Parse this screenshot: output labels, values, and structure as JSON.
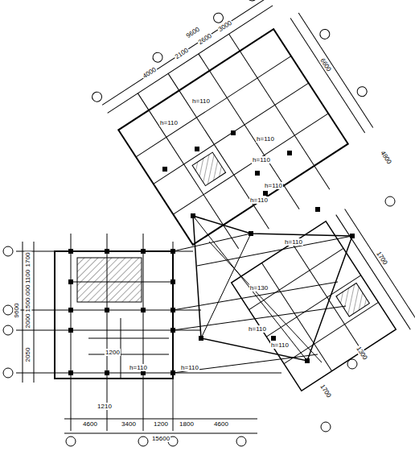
{
  "diagram": {
    "labels": [
      "h=110",
      "h=110",
      "h=110",
      "h=110",
      "h=110",
      "h=110",
      "h=110",
      "h=130",
      "h=110",
      "h=110",
      "h=110",
      "h=110",
      "1700",
      "1100",
      "1000",
      "1500",
      "2000",
      "2050",
      "9600",
      "4600",
      "3400",
      "1200",
      "1800",
      "4600",
      "15600",
      "4000",
      "2100",
      "2600",
      "3000",
      "9600",
      "6600",
      "4800",
      "1700",
      "1300",
      "1700",
      "1200",
      "1210"
    ]
  }
}
